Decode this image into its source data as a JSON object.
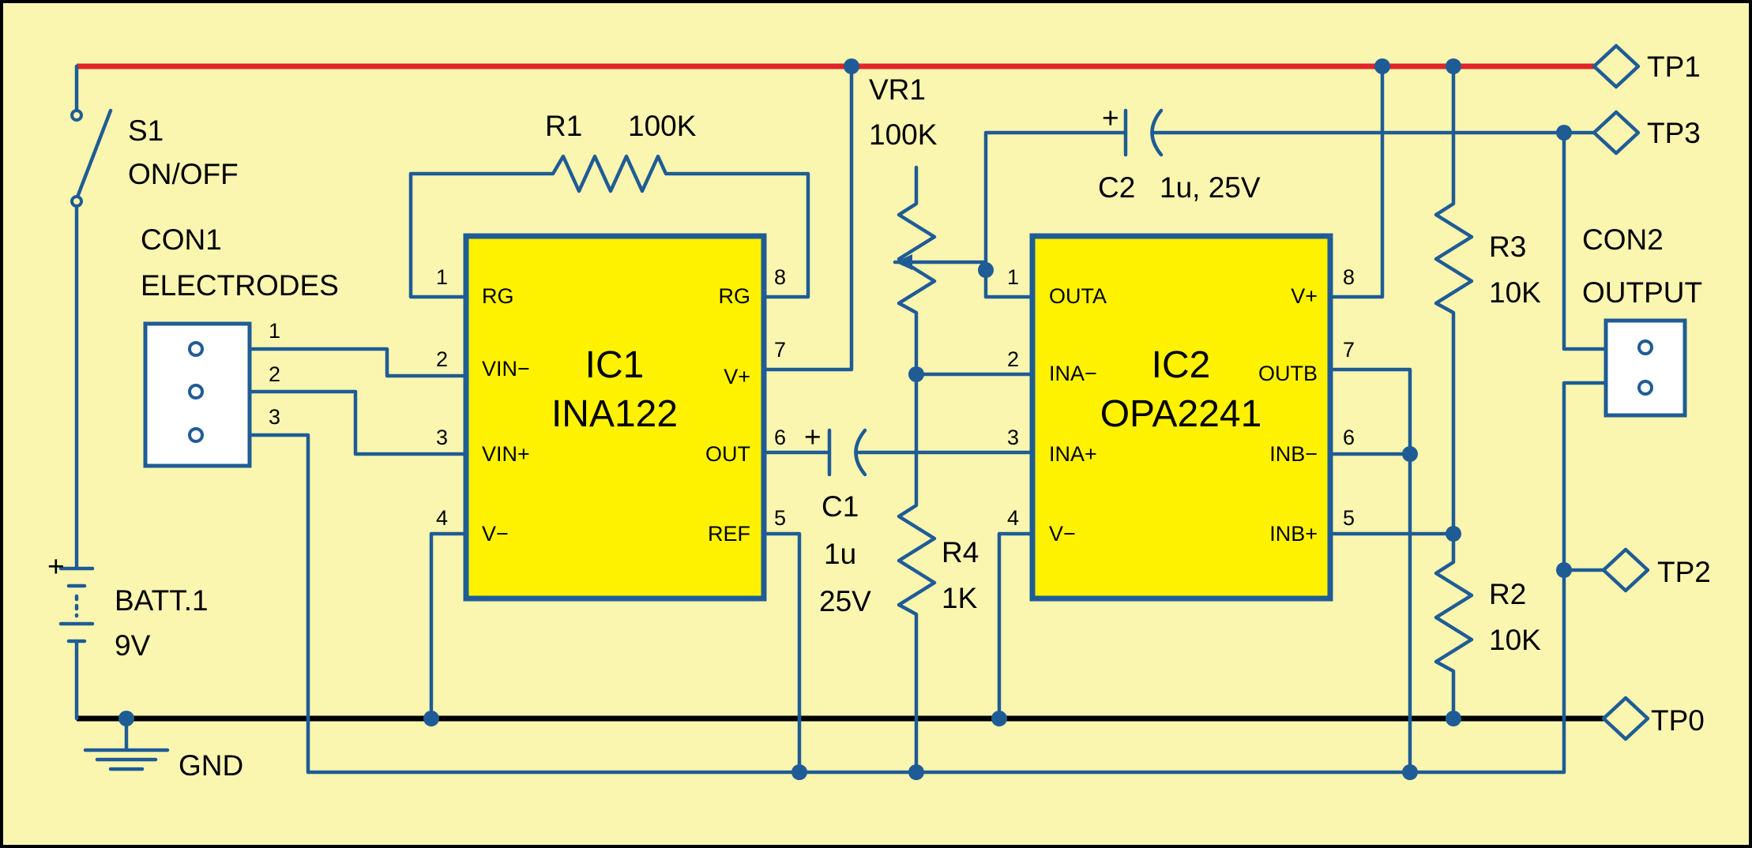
{
  "colors": {
    "background": "#faf6b0",
    "wire": "#1f5c96",
    "power": "#e0262b",
    "ground": "#000000",
    "chip": "#fff200"
  },
  "switch": {
    "ref": "S1",
    "desc": "ON/OFF"
  },
  "r1": {
    "ref": "R1",
    "value": "100K"
  },
  "vr1": {
    "ref": "VR1",
    "value": "100K"
  },
  "c2": {
    "ref": "C2",
    "value": "1u, 25V"
  },
  "con1": {
    "ref": "CON1",
    "desc": "ELECTRODES",
    "pins": [
      "1",
      "2",
      "3"
    ]
  },
  "con2": {
    "ref": "CON2",
    "desc": "OUTPUT"
  },
  "r3": {
    "ref": "R3",
    "value": "10K"
  },
  "r2": {
    "ref": "R2",
    "value": "10K"
  },
  "r4": {
    "ref": "R4",
    "value": "1K"
  },
  "c1": {
    "ref": "C1",
    "value1": "1u",
    "value2": "25V"
  },
  "batt": {
    "ref": "BATT.1",
    "value": "9V"
  },
  "gnd": "GND",
  "plus": "+",
  "tp": {
    "tp1": "TP1",
    "tp3": "TP3",
    "tp2": "TP2",
    "tp0": "TP0"
  },
  "ic1": {
    "name": "IC1",
    "part": "INA122",
    "pins": {
      "p1": "RG",
      "p2": "VIN−",
      "p3": "VIN+",
      "p4": "V−",
      "p8": "RG",
      "p7": "V+",
      "p6": "OUT",
      "p5": "REF"
    },
    "nums": {
      "n1": "1",
      "n2": "2",
      "n3": "3",
      "n4": "4",
      "n8": "8",
      "n7": "7",
      "n6": "6",
      "n5": "5"
    }
  },
  "ic2": {
    "name": "IC2",
    "part": "OPA2241",
    "pins": {
      "p1": "OUTA",
      "p2": "INA−",
      "p3": "INA+",
      "p4": "V−",
      "p8": "V+",
      "p7": "OUTB",
      "p6": "INB−",
      "p5": "INB+"
    },
    "nums": {
      "n1": "1",
      "n2": "2",
      "n3": "3",
      "n4": "4",
      "n8": "8",
      "n7": "7",
      "n6": "6",
      "n5": "5"
    }
  }
}
